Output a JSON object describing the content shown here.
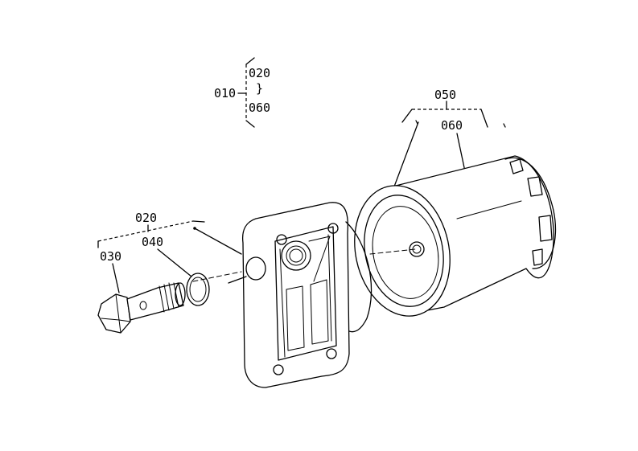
{
  "labels": {
    "assembly_010": "010",
    "range_start_020": "020",
    "range_symbol": "}",
    "range_end_060": "060",
    "sub_050": "050",
    "sub_060": "060",
    "part_020": "020",
    "part_040": "040",
    "part_030": "030"
  }
}
